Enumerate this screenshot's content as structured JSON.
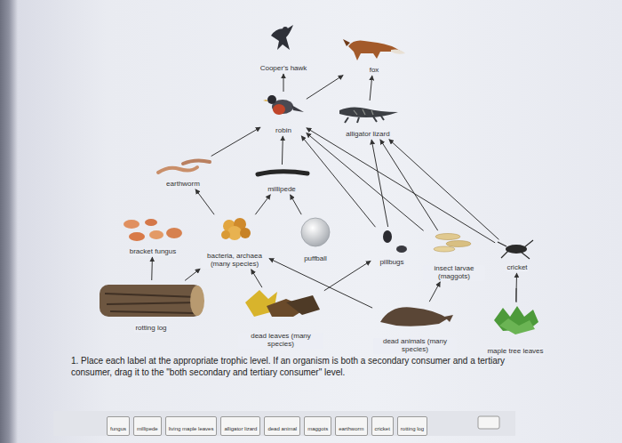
{
  "diagram": {
    "nodes": [
      {
        "text": [
          "Cooper's hawk"
        ]
      },
      {
        "text": [
          "fox"
        ]
      },
      {
        "text": [
          "robin"
        ]
      },
      {
        "text": [
          "alligator lizard"
        ]
      },
      {
        "text": [
          "earthworm"
        ]
      },
      {
        "text": [
          "millipede"
        ]
      },
      {
        "text": [
          "bracket fungus"
        ]
      },
      {
        "text": [
          "bacteria, archaea (many species)"
        ]
      },
      {
        "text": [
          "puffball"
        ]
      },
      {
        "text": [
          "pillbugs"
        ]
      },
      {
        "text": [
          "insect larvae (maggots)"
        ]
      },
      {
        "text": [
          "cricket"
        ]
      },
      {
        "text": [
          "rotting log"
        ]
      },
      {
        "text": [
          "dead leaves (many species)"
        ]
      },
      {
        "text": [
          "dead animals (many species)"
        ]
      },
      {
        "text": [
          "maple tree leaves"
        ]
      },
      {
        "text": [
          "fungus"
        ]
      },
      {
        "text": [
          "millipede"
        ]
      },
      {
        "text": [
          "living maple leaves"
        ]
      },
      {
        "text": [
          "alligator lizard"
        ]
      },
      {
        "text": [
          "dead animal"
        ]
      },
      {
        "text": [
          "maggots"
        ]
      },
      {
        "text": [
          "earthworm"
        ]
      },
      {
        "text": [
          "cricket"
        ]
      },
      {
        "text": [
          "rotting log"
        ]
      }
    ],
    "edges": [
      {
        "from": 2,
        "to": 0,
        "arrow": "to"
      },
      {
        "from": 2,
        "to": 1,
        "arrow": "to"
      },
      {
        "from": 3,
        "to": 1,
        "arrow": "to"
      },
      {
        "from": 4,
        "to": 2,
        "arrow": "to"
      },
      {
        "from": 5,
        "to": 2,
        "arrow": "to"
      },
      {
        "from": 9,
        "to": 2,
        "arrow": "to"
      },
      {
        "from": 10,
        "to": 2,
        "arrow": "to"
      },
      {
        "from": 11,
        "to": 2,
        "arrow": "to"
      },
      {
        "from": 9,
        "to": 3,
        "arrow": "to"
      },
      {
        "from": 10,
        "to": 3,
        "arrow": "to"
      },
      {
        "from": 11,
        "to": 3,
        "arrow": "to"
      },
      {
        "from": 7,
        "to": 4,
        "arrow": "to"
      },
      {
        "from": 7,
        "to": 5,
        "arrow": "to"
      },
      {
        "from": 8,
        "to": 5,
        "arrow": "to"
      },
      {
        "from": 12,
        "to": 6,
        "arrow": "to"
      },
      {
        "from": 12,
        "to": 7,
        "arrow": "to"
      },
      {
        "from": 13,
        "to": 7,
        "arrow": "to"
      },
      {
        "from": 14,
        "to": 7,
        "arrow": "to"
      },
      {
        "from": 13,
        "to": 9,
        "arrow": "to"
      },
      {
        "from": 14,
        "to": 10,
        "arrow": "to"
      },
      {
        "from": 15,
        "to": 11,
        "arrow": "to"
      }
    ],
    "labels": [
      "1. Place each label at the appropriate trophic level. If an organism is both a secondary consumer and a tertiary consumer, drag it to the \"both secondary and tertiary consumer\" level."
    ]
  }
}
